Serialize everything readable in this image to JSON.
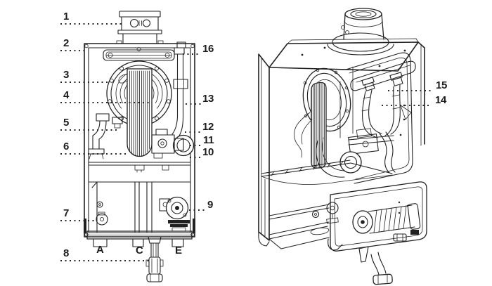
{
  "diagram": {
    "front_view": {
      "left_labels": [
        "1",
        "2",
        "3",
        "4",
        "5",
        "6",
        "7",
        "8"
      ],
      "right_labels": [
        "16",
        "13",
        "12",
        "11",
        "10",
        "9"
      ],
      "connections": [
        "A",
        "C",
        "E"
      ]
    },
    "perspective_view": {
      "labels": [
        "15",
        "14"
      ]
    },
    "style": {
      "line_color": "#212121",
      "background": "#ffffff",
      "label_color": "#1c1c1c"
    }
  }
}
